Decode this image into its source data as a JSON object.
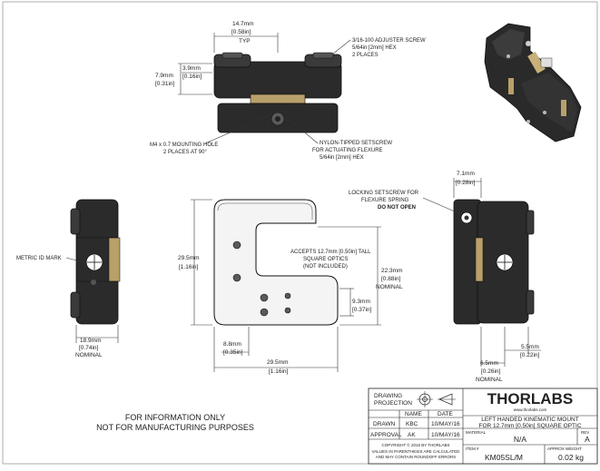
{
  "dims": {
    "top_width": {
      "mm": "14.7mm",
      "in": "[0.58in]",
      "note": "TYP"
    },
    "top_height": {
      "mm": "7.9mm",
      "in": "[0.31in]"
    },
    "top_offset": {
      "mm": "3.9mm",
      "in": "[0.16in]"
    },
    "side_top": {
      "mm": "7.1mm",
      "in": "[0.28in]"
    },
    "height": {
      "mm": "29.5mm",
      "in": "[1.16in]"
    },
    "width": {
      "mm": "29.5mm",
      "in": "[1.16in]"
    },
    "optic_center": {
      "mm": "22.3mm",
      "in": "[0.88in]",
      "note": "NOMINAL"
    },
    "slot": {
      "mm": "9.3mm",
      "in": "[0.37in]"
    },
    "left_offset": {
      "mm": "8.8mm",
      "in": "[0.35in]"
    },
    "left_depth": {
      "mm": "18.9mm",
      "in": "[0.74in]",
      "note": "NOMINAL"
    },
    "side_depth": {
      "mm": "6.5mm",
      "in": "[0.26in]",
      "note": "NOMINAL"
    },
    "side_small": {
      "mm": "5.5mm",
      "in": "[0.22in]"
    }
  },
  "notes": {
    "adjuster": [
      "3/16-100 ADJUSTER SCREW",
      "5/64in [2mm] HEX",
      "2 PLACES"
    ],
    "mounting": [
      "M4 x 0.7 MOUNTING HOLE",
      "2 PLACES AT 90°"
    ],
    "setscrew": [
      "NYLON-TIPPED SETSCREW",
      "FOR ACTUATING FLEXURE",
      "5/64in [2mm] HEX"
    ],
    "locking": [
      "LOCKING SETSCREW FOR",
      "FLEXURE SPRING"
    ],
    "locking_warn": "DO NOT OPEN",
    "metric_id": "METRIC ID MARK",
    "accepts": [
      "ACCEPTS 12.7mm [0.50in] TALL",
      "SQUARE OPTICS",
      "(NOT INCLUDED)"
    ]
  },
  "footer": [
    "FOR INFORMATION ONLY",
    "NOT FOR MANUFACTURING PURPOSES"
  ],
  "title_block": {
    "drawing_projection": [
      "DRAWING",
      "PROJECTION"
    ],
    "logo": "THORLABS",
    "website": "www.thorlabs.com",
    "col_name": "NAME",
    "col_date": "DATE",
    "drawn_label": "DRAWN",
    "drawn_name": "KBC",
    "drawn_date": "10/MAY/16",
    "approval_label": "APPROVAL",
    "approval_name": "AK",
    "approval_date": "10/MAY/16",
    "copyright": "COPYRIGHT © 2016 BY THORLABS",
    "disclaimer": [
      "VALUES IN PARENTHESIS ARE CALCULATED",
      "AND MAY CONTAIN ROUNDOFF ERRORS"
    ],
    "title": [
      "LEFT HANDED KINEMATIC MOUNT",
      "FOR 12.7mm [0.50in] SQUARE OPTIC"
    ],
    "material_label": "MATERIAL",
    "material_value": "N/A",
    "rev_label": "REV",
    "rev_value": "A",
    "item_label": "ITEM #",
    "item_value": "KM05SL/M",
    "weight_label": "APPROX WEIGHT",
    "weight_value": "0.02 kg"
  }
}
